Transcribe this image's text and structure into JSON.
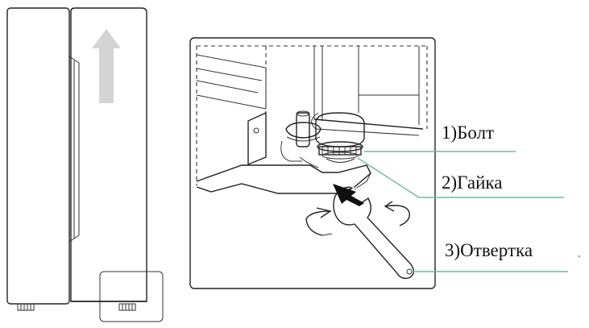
{
  "labels": {
    "bolt": "1)Болт",
    "nut": "2)Гайка",
    "wrench": "3)Отвертка"
  },
  "colors": {
    "leader_line": "#6fb8a6",
    "cabinet_fill": "#e3e3e3",
    "arrow_fill": "#d0d0d0",
    "stroke": "#222222"
  }
}
